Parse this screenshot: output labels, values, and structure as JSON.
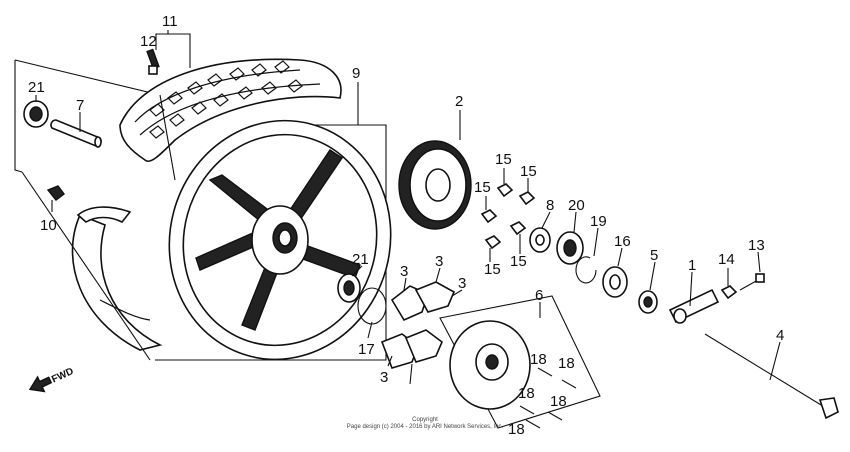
{
  "labels": {
    "l11": "11",
    "l12": "12",
    "l21a": "21",
    "l7": "7",
    "l10": "10",
    "l9": "9",
    "l2": "2",
    "l15a": "15",
    "l15b": "15",
    "l15c": "15",
    "l15d": "15",
    "l15e": "15",
    "l8": "8",
    "l20": "20",
    "l19": "19",
    "l16": "16",
    "l5": "5",
    "l1": "1",
    "l14": "14",
    "l13": "13",
    "l4": "4",
    "l6": "6",
    "l3a": "3",
    "l3b": "3",
    "l3c": "3",
    "l3d": "3",
    "l21b": "21",
    "l17": "17",
    "l18a": "18",
    "l18b": "18",
    "l18c": "18",
    "l18d": "18",
    "l18e": "18"
  },
  "fwd_label": "FWD",
  "copyright": {
    "line1": "Copyright",
    "line2": "Page design (c) 2004 - 2016 by ARI Network Services, Inc."
  }
}
